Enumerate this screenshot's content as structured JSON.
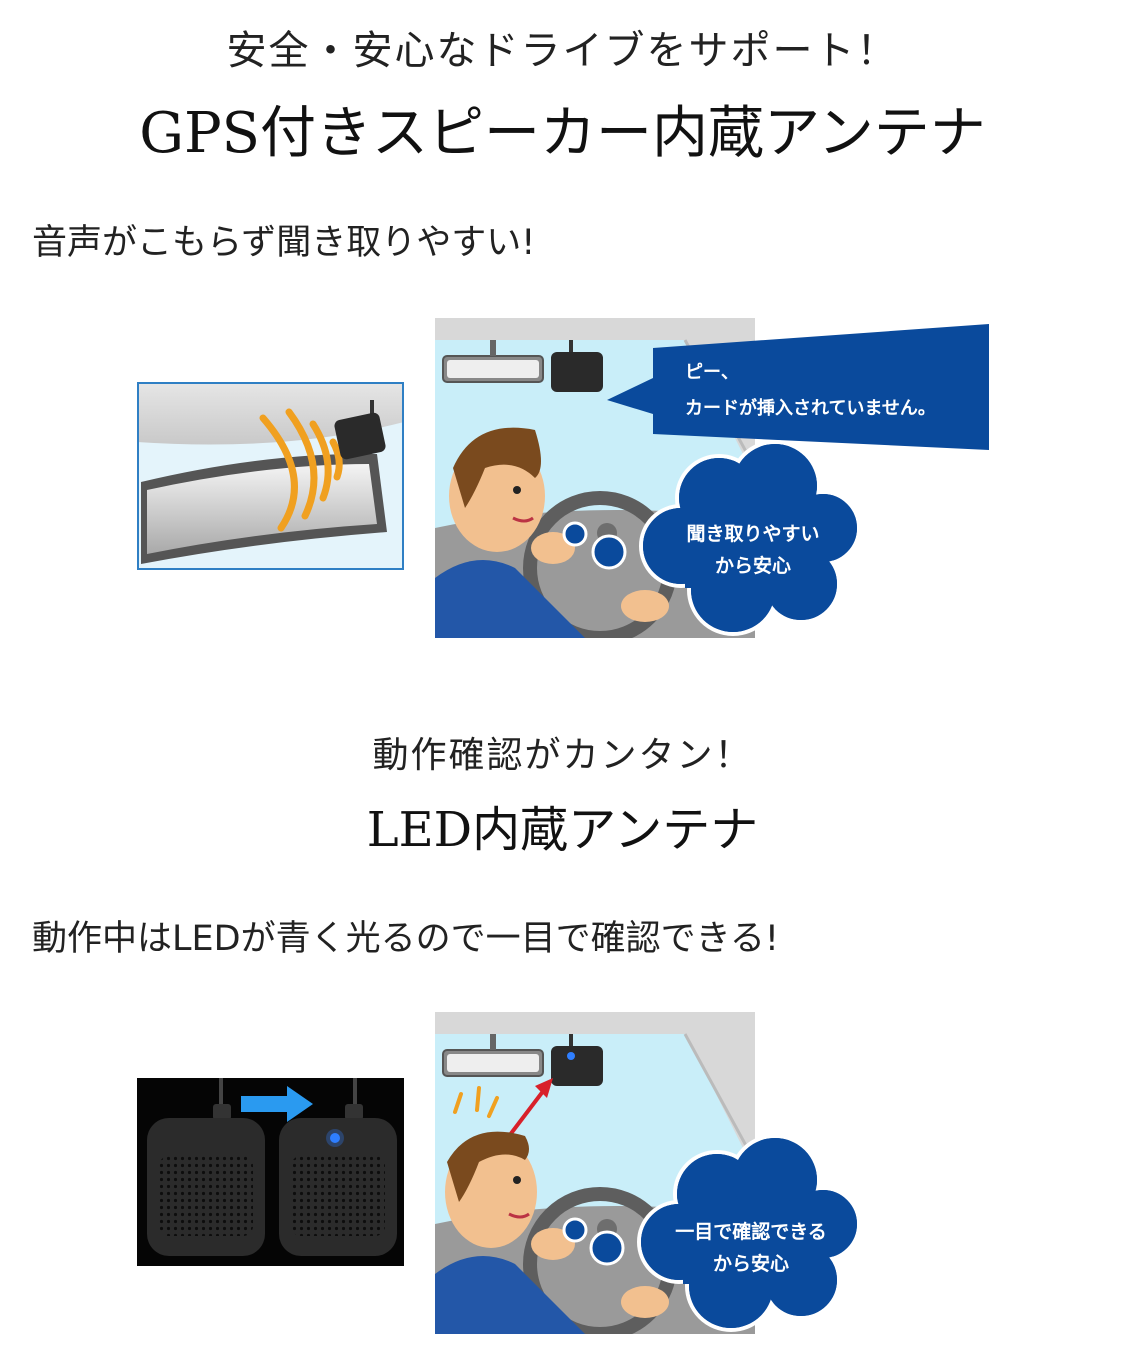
{
  "section1": {
    "tagline": "安全・安心なドライブをサポート！",
    "title": "GPS付きスピーカー内蔵アンテナ",
    "subtitle": "音声がこもらず聞き取りやすい!",
    "speech_line1": "ピー、",
    "speech_line2": "カードが挿入されていません。",
    "cloud_line1": "聞き取りやすい",
    "cloud_line2": "から安心"
  },
  "section2": {
    "tagline": "動作確認がカンタン！",
    "title": "LED内蔵アンテナ",
    "subtitle": "動作中はLEDが青く光るので一目で確認できる!",
    "cloud_line1": "一目で確認できる",
    "cloud_line2": "から安心"
  },
  "colors": {
    "brand_blue": "#0a4a9c",
    "frame_blue": "#2f7fc4",
    "sky": "#c9eef9",
    "sound_wave": "#f0a020",
    "arrow_red": "#d8202a",
    "led_blue": "#2f7fff",
    "arrow_blue": "#2a9af0"
  }
}
